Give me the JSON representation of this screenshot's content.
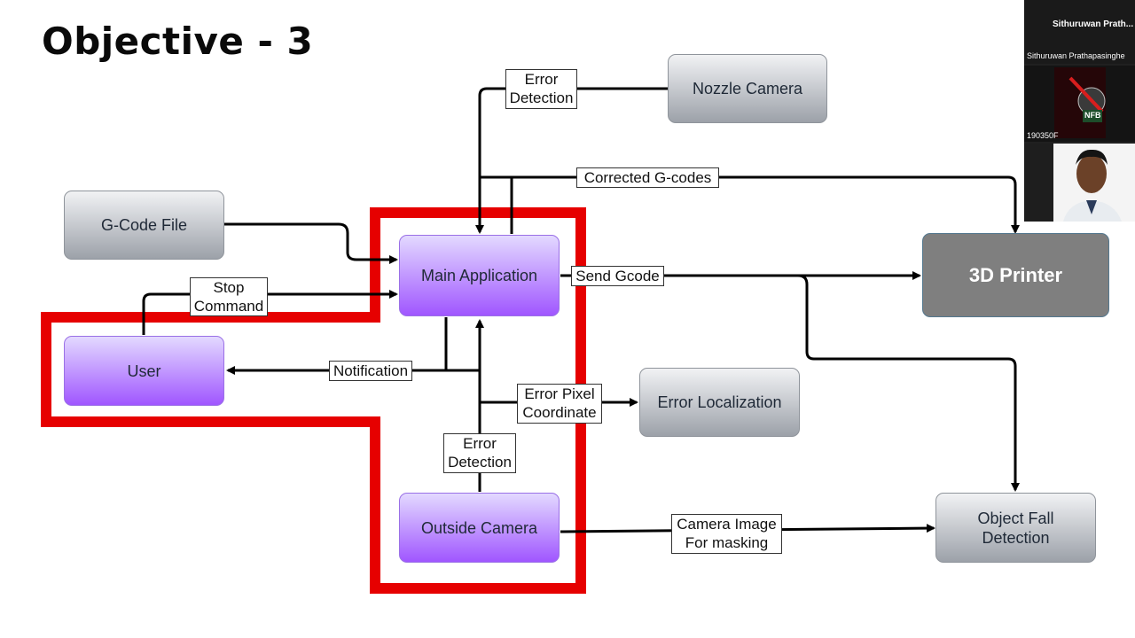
{
  "slide": {
    "title": "Objective - 3"
  },
  "nodes": {
    "nozzle_camera": "Nozzle Camera",
    "gcode_file": "G-Code File",
    "main_application": "Main Application",
    "printer": "3D Printer",
    "user": "User",
    "error_localization": "Error Localization",
    "outside_camera": "Outside Camera",
    "object_fall_detection": "Object Fall\nDetection"
  },
  "edge_labels": {
    "error_detection_top": "Error\nDetection",
    "corrected_gcodes": "Corrected G-codes",
    "send_gcode": "Send Gcode",
    "stop_command": "Stop\nCommand",
    "notification": "Notification",
    "error_pixel": "Error Pixel\nCoordinate",
    "error_detection_bottom": "Error\nDetection",
    "camera_image": "Camera Image\nFor masking"
  },
  "video_panel": {
    "tile1_title": "Sithuruwan  Prath...",
    "tile1_name": "Sithuruwan Prathapasinghe",
    "tile2_name": "190350F",
    "logo_text": "NFB"
  },
  "colors": {
    "highlight": "#e60000",
    "purple_node": "#a056ff",
    "grey_node": "#9ca1a9",
    "printer": "#7f7f7f"
  }
}
